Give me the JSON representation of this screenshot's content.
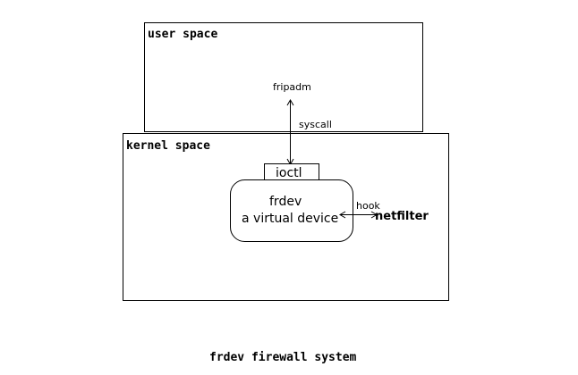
{
  "diagram": {
    "user_space_label": "user space",
    "kernel_space_label": "kernel space",
    "fripadm_label": "fripadm",
    "syscall_label": "syscall",
    "ioctl_label": "ioctl",
    "frdev_label": "frdev",
    "frdev_desc": "a virtual device",
    "hook_label": "hook",
    "netfilter_label": "netfilter",
    "caption": "frdev firewall system"
  },
  "colors": {
    "stroke": "#000000",
    "background": "#ffffff"
  }
}
